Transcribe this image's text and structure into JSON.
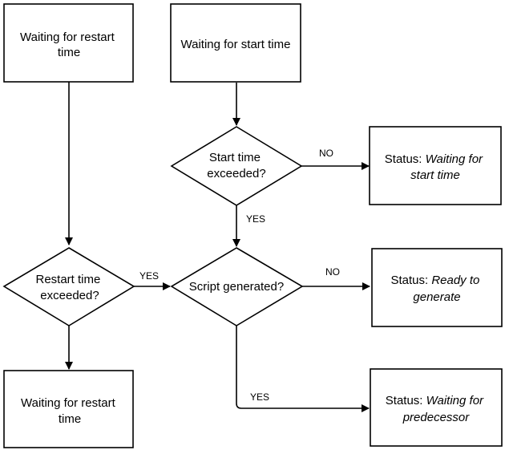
{
  "nodes": {
    "box_restart_top": {
      "lines": [
        {
          "text": "Waiting for restart"
        },
        {
          "text": "time"
        }
      ]
    },
    "box_start": {
      "lines": [
        {
          "text": "Waiting for start time"
        }
      ]
    },
    "dec_start": {
      "lines": [
        {
          "text": "Start time"
        },
        {
          "text": "exceeded?"
        }
      ]
    },
    "status_start": {
      "lines": [
        {
          "prefix": "Status: ",
          "text": "Waiting for"
        },
        {
          "text": "start time",
          "italic": true
        }
      ],
      "italic_first": true
    },
    "dec_restart": {
      "lines": [
        {
          "text": "Restart time"
        },
        {
          "text": "exceeded?"
        }
      ]
    },
    "dec_script": {
      "lines": [
        {
          "text": "Script generated?"
        }
      ]
    },
    "status_ready": {
      "lines": [
        {
          "prefix": "Status: ",
          "text": "Ready to"
        },
        {
          "text": "generate",
          "italic": true
        }
      ],
      "italic_first": true
    },
    "box_restart_bottom": {
      "lines": [
        {
          "text": "Waiting for restart"
        },
        {
          "text": "time"
        }
      ]
    },
    "status_pred": {
      "lines": [
        {
          "prefix": "Status: ",
          "text": "Waiting for"
        },
        {
          "text": "predecessor",
          "italic": true
        }
      ],
      "italic_first": true
    }
  },
  "edges": {
    "start_no": "NO",
    "start_yes": "YES",
    "restart_yes": "YES",
    "script_no": "NO",
    "script_yes": "YES"
  }
}
